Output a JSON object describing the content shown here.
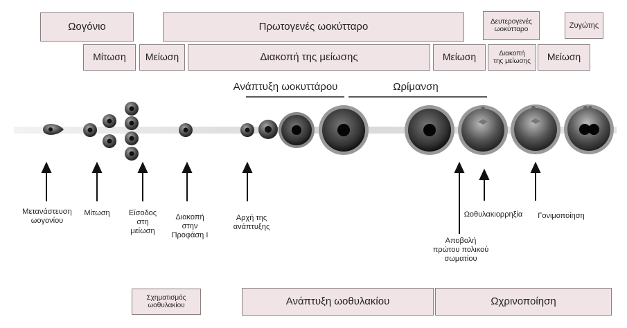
{
  "top_row": {
    "oogonium": "Ωογόνιο",
    "primary_oocyte": "Πρωτογενές ωοκύτταρο",
    "secondary_oocyte": "Δευτερογενές\nωοκύτταρο",
    "zygote": "Ζυγώτης"
  },
  "second_row": {
    "mitosis": "Μίτωση",
    "meiosis_1": "Μείωση",
    "meiosis_arrest": "Διακοπή της μείωσης",
    "meiosis_2": "Μείωση",
    "meiosis_arrest_2": "Διακοπή\nτης μείωσης",
    "meiosis_3": "Μείωση"
  },
  "phases": {
    "oocyte_growth": "Ανάπτυξη ωοκυττάρου",
    "maturation": "Ωρίμανση"
  },
  "events": {
    "migration": "Μετανάστευση\nωογονίου",
    "mitosis": "Μίτωση",
    "entry_meiosis": "Είσοδος\nστη\nμείωση",
    "arrest_prophase": "Διακοπή\nστην\nΠροφάση Ι",
    "growth_start": "Αρχή της\nανάπτυξης",
    "polar_body": "Αποβολή\nπρώτου πολικού\nσωματίου",
    "ovulation": "Ωοθυλακιορρηξία",
    "fertilization": "Γονιμοποίηση"
  },
  "bottom_row": {
    "follicle_formation": "Σχηματισμός\nωοθυλακίου",
    "follicle_development": "Ανάπτυξη ωοθυλακίου",
    "luteinization": "Ωχρινοποίηση"
  }
}
